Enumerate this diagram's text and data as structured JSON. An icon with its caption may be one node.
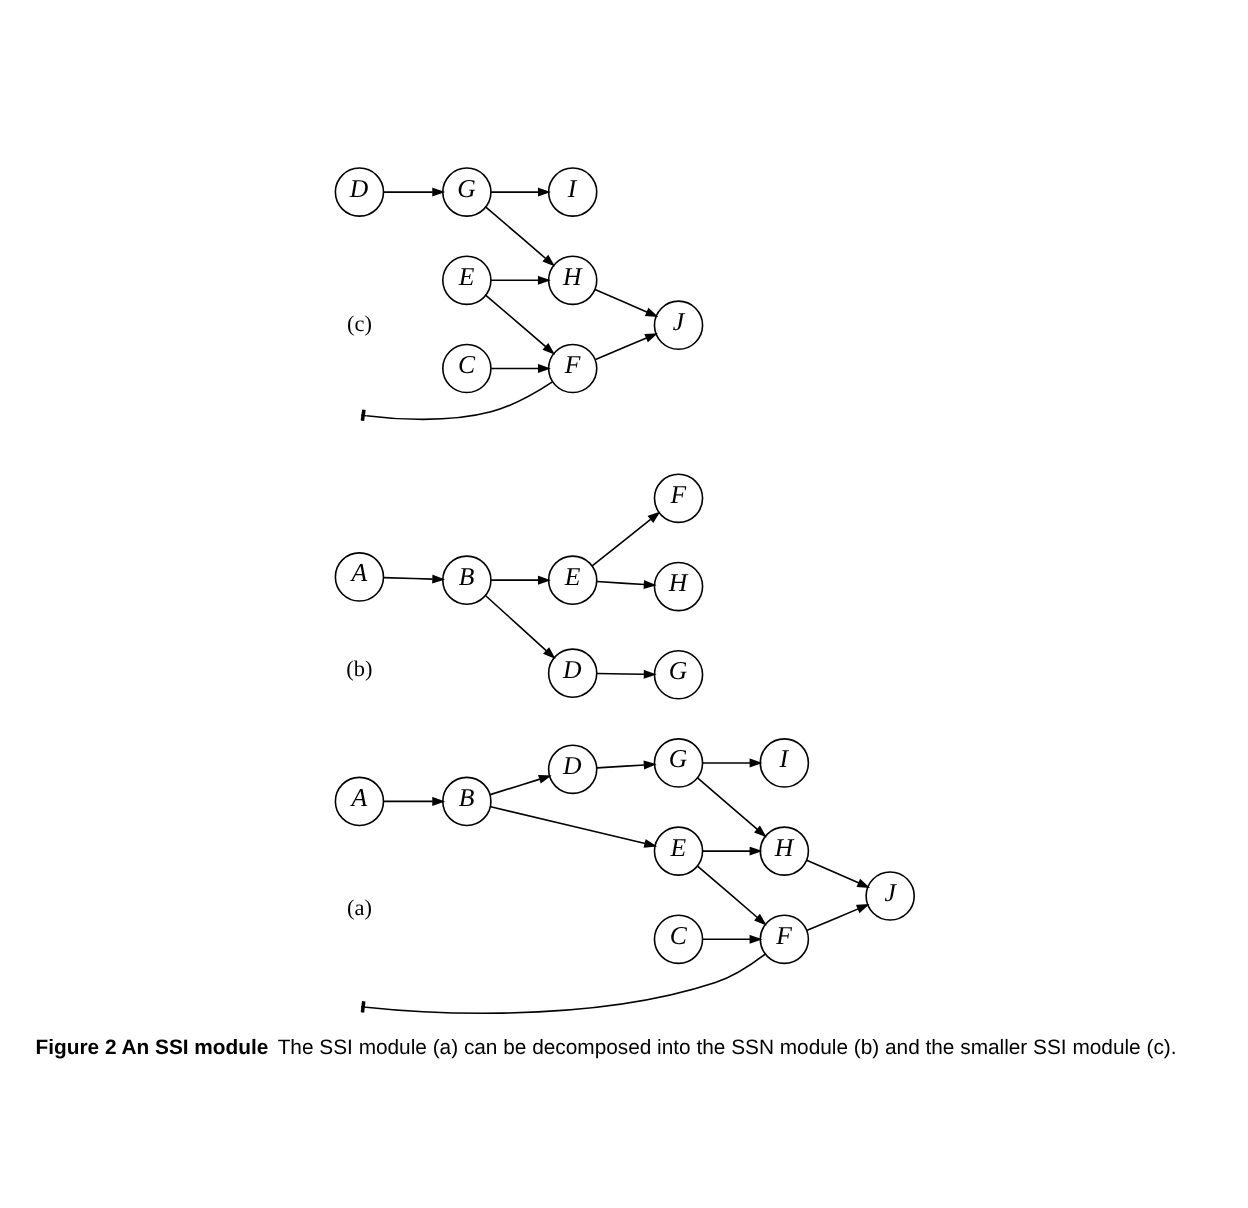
{
  "diagram": {
    "title": "Figure 2 An SSI module",
    "caption": "The SSI module (a) can be decomposed into the SSN module (b) and the smaller SSI module (c).",
    "nodes": [
      {
        "text": [
          "D"
        ]
      },
      {
        "text": [
          "G"
        ]
      },
      {
        "text": [
          "I"
        ]
      },
      {
        "text": [
          "A"
        ]
      },
      {
        "text": [
          "B"
        ]
      },
      {
        "text": [
          "E"
        ]
      },
      {
        "text": [
          "H"
        ]
      },
      {
        "text": [
          "J"
        ]
      },
      {
        "text": [
          "C"
        ]
      },
      {
        "text": [
          "F"
        ]
      },
      {
        "text": [
          "D"
        ]
      },
      {
        "text": [
          "G"
        ]
      },
      {
        "text": [
          "A"
        ]
      },
      {
        "text": [
          "B"
        ]
      },
      {
        "text": [
          "E"
        ]
      },
      {
        "text": [
          "H"
        ]
      },
      {
        "text": [
          "F"
        ]
      },
      {
        "text": [
          "D"
        ]
      },
      {
        "text": [
          "G"
        ]
      },
      {
        "text": [
          "I"
        ]
      },
      {
        "text": [
          "E"
        ]
      },
      {
        "text": [
          "H"
        ]
      },
      {
        "text": [
          "J"
        ]
      },
      {
        "text": [
          "C"
        ]
      },
      {
        "text": [
          "F"
        ]
      }
    ],
    "edges": [
      {
        "from": 3,
        "to": 4,
        "arrow": "to"
      },
      {
        "from": 4,
        "to": 0,
        "arrow": "to"
      },
      {
        "from": 4,
        "to": 5,
        "arrow": "to"
      },
      {
        "from": 0,
        "to": 1,
        "arrow": "to"
      },
      {
        "from": 1,
        "to": 2,
        "arrow": "to"
      },
      {
        "from": 1,
        "to": 6,
        "arrow": "to"
      },
      {
        "from": 5,
        "to": 6,
        "arrow": "to"
      },
      {
        "from": 6,
        "to": 7,
        "arrow": "to"
      },
      {
        "from": 5,
        "to": 9,
        "arrow": "to"
      },
      {
        "from": 8,
        "to": 9,
        "arrow": "to"
      },
      {
        "from": 9,
        "to": 7,
        "arrow": "to"
      },
      {
        "from": 9,
        "to": null,
        "arrow": "other"
      },
      {
        "from": 12,
        "to": 13,
        "arrow": "to"
      },
      {
        "from": 13,
        "to": 10,
        "arrow": "to"
      },
      {
        "from": 13,
        "to": 14,
        "arrow": "to"
      },
      {
        "from": 10,
        "to": 11,
        "arrow": "to"
      },
      {
        "from": 14,
        "to": 15,
        "arrow": "to"
      },
      {
        "from": 14,
        "to": 16,
        "arrow": "to"
      },
      {
        "from": 17,
        "to": 18,
        "arrow": "to"
      },
      {
        "from": 18,
        "to": 19,
        "arrow": "to"
      },
      {
        "from": 18,
        "to": 21,
        "arrow": "to"
      },
      {
        "from": 20,
        "to": 21,
        "arrow": "to"
      },
      {
        "from": 21,
        "to": 22,
        "arrow": "to"
      },
      {
        "from": 20,
        "to": 24,
        "arrow": "to"
      },
      {
        "from": 23,
        "to": 24,
        "arrow": "to"
      },
      {
        "from": 24,
        "to": 22,
        "arrow": "to"
      },
      {
        "from": 24,
        "to": null,
        "arrow": "other"
      }
    ],
    "labels": [
      "(a)",
      "(b)",
      "(c)"
    ]
  }
}
